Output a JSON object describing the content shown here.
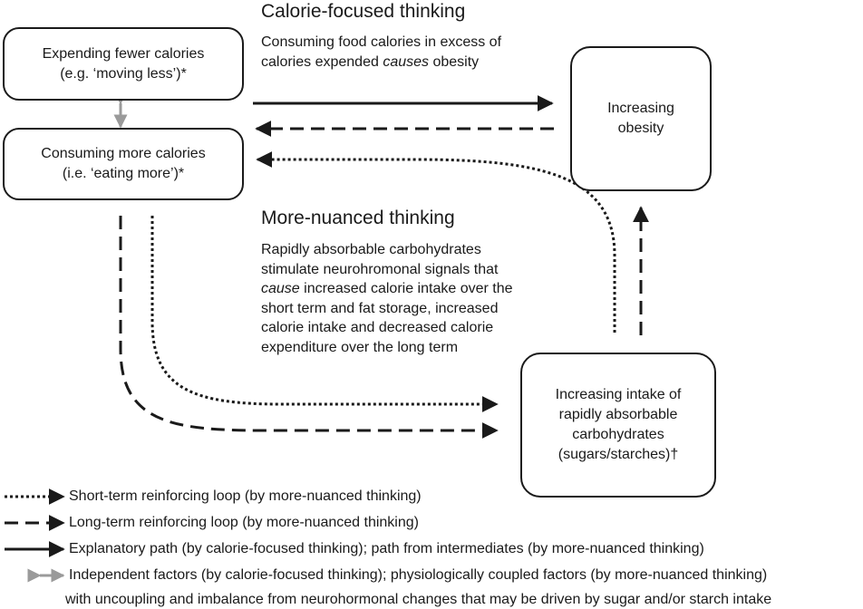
{
  "boxes": {
    "expending": {
      "line1": "Expending fewer calories",
      "line2": "(e.g. ‘moving less’)*"
    },
    "consuming": {
      "line1": "Consuming more calories",
      "line2": "(i.e. ‘eating more’)*"
    },
    "obesity": {
      "line1": "Increasing",
      "line2": "obesity"
    },
    "carbs": {
      "line1": "Increasing intake of",
      "line2": "rapidly absorbable",
      "line3": "carbohydrates",
      "line4": "(sugars/starches)†"
    }
  },
  "calorie_focused": {
    "heading": "Calorie-focused thinking",
    "line1": "Consuming food calories in excess of",
    "line2_pre": "calories expended ",
    "line2_em": "causes",
    "line2_post": " obesity"
  },
  "more_nuanced": {
    "heading": "More-nuanced thinking",
    "line1": "Rapidly absorbable carbohydrates",
    "line2": "stimulate neurohromonal signals that",
    "line3_em": "cause",
    "line3_post": " increased calorie intake over the",
    "line4": "short term and fat storage, increased",
    "line5": "calorie intake and decreased calorie",
    "line6": "expenditure over the long term"
  },
  "legend": {
    "dotted": "Short-term reinforcing loop (by more-nuanced thinking)",
    "dashed": "Long-term reinforcing loop (by more-nuanced thinking)",
    "solid": "Explanatory path (by calorie-focused thinking); path from intermediates (by more-nuanced thinking)",
    "double_line1": "Independent factors (by calorie-focused thinking); physiologically coupled factors (by more-nuanced thinking)",
    "double_line2": "with uncoupling and imbalance from neurohormonal changes that may be driven by sugar and/or starch intake"
  },
  "colors": {
    "line": "#1a1a1a",
    "coupled_arrow": "#9a9a9a"
  }
}
